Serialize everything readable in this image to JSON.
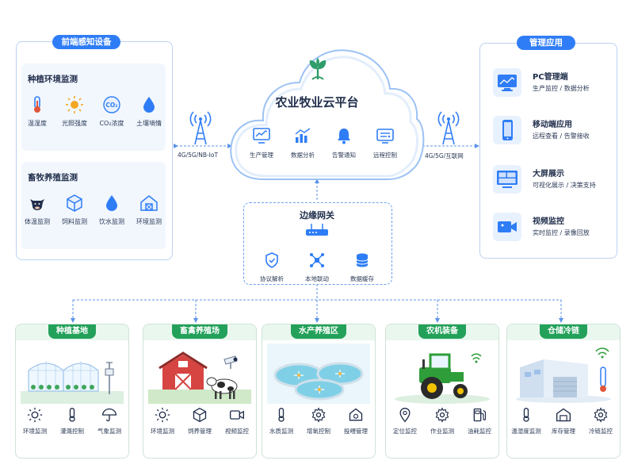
{
  "colors": {
    "primary": "#2f7df6",
    "green": "#23a15a",
    "line": "#6aa0ee"
  },
  "frontend": {
    "title": "前端感知设备",
    "planting": {
      "title": "种植环境监测",
      "items": [
        {
          "label": "温湿度",
          "icon": "thermometer-icon"
        },
        {
          "label": "光照强度",
          "icon": "sun-icon"
        },
        {
          "label": "CO₂浓度",
          "icon": "co2-icon"
        },
        {
          "label": "土壤墒情",
          "icon": "water-drop-icon"
        }
      ]
    },
    "livestock": {
      "title": "畜牧养殖监测",
      "items": [
        {
          "label": "体温监测",
          "icon": "cow-icon"
        },
        {
          "label": "饲料监测",
          "icon": "feed-box-icon"
        },
        {
          "label": "饮水监测",
          "icon": "water-drop-icon"
        },
        {
          "label": "环境监测",
          "icon": "barn-icon"
        }
      ]
    }
  },
  "apps": {
    "title": "管理应用",
    "items": [
      {
        "title": "PC管理端",
        "desc": "生产监控 / 数据分析",
        "icon": "monitor-icon"
      },
      {
        "title": "移动端应用",
        "desc": "远程查看 / 告警接收",
        "icon": "phone-icon"
      },
      {
        "title": "大屏展示",
        "desc": "可视化展示 / 决策支持",
        "icon": "dashboard-screen-icon"
      },
      {
        "title": "视频监控",
        "desc": "实时监控 / 录像回放",
        "icon": "video-camera-icon"
      }
    ]
  },
  "cloud": {
    "title": "农业牧业云平台",
    "items": [
      {
        "label": "生产管理",
        "icon": "chart-line-icon"
      },
      {
        "label": "数据分析",
        "icon": "bar-chart-icon"
      },
      {
        "label": "告警通知",
        "icon": "bell-icon"
      },
      {
        "label": "远程控制",
        "icon": "remote-control-icon"
      }
    ]
  },
  "network": {
    "left": "4G/5G/NB-IoT",
    "right": "4G/5G/互联网"
  },
  "gateway": {
    "title": "边缘网关",
    "items": [
      {
        "label": "协议解析",
        "icon": "shield-icon"
      },
      {
        "label": "本地联动",
        "icon": "network-nodes-icon"
      },
      {
        "label": "数据缓存",
        "icon": "database-icon"
      }
    ]
  },
  "scenes": [
    {
      "title": "种植基地",
      "items": [
        {
          "label": "环境监测",
          "icon": "sun-icon"
        },
        {
          "label": "灌溉控制",
          "icon": "thermometer-icon"
        },
        {
          "label": "气象监测",
          "icon": "umbrella-icon"
        }
      ]
    },
    {
      "title": "畜禽养殖场",
      "items": [
        {
          "label": "环境监测",
          "icon": "sun-icon"
        },
        {
          "label": "饲养管理",
          "icon": "feed-box-icon"
        },
        {
          "label": "视频监控",
          "icon": "video-camera-icon"
        }
      ]
    },
    {
      "title": "水产养殖区",
      "items": [
        {
          "label": "水质监测",
          "icon": "thermometer-icon"
        },
        {
          "label": "增氧控制",
          "icon": "gear-icon"
        },
        {
          "label": "投喂管理",
          "icon": "feeder-icon"
        }
      ]
    },
    {
      "title": "农机装备",
      "items": [
        {
          "label": "定位监控",
          "icon": "location-pin-icon"
        },
        {
          "label": "作业监测",
          "icon": "gear-icon"
        },
        {
          "label": "油耗监控",
          "icon": "fuel-pump-icon"
        }
      ]
    },
    {
      "title": "仓储冷链",
      "items": [
        {
          "label": "温湿度监测",
          "icon": "thermometer-icon"
        },
        {
          "label": "库存管理",
          "icon": "warehouse-icon"
        },
        {
          "label": "冷链监控",
          "icon": "gear-icon"
        }
      ]
    }
  ]
}
